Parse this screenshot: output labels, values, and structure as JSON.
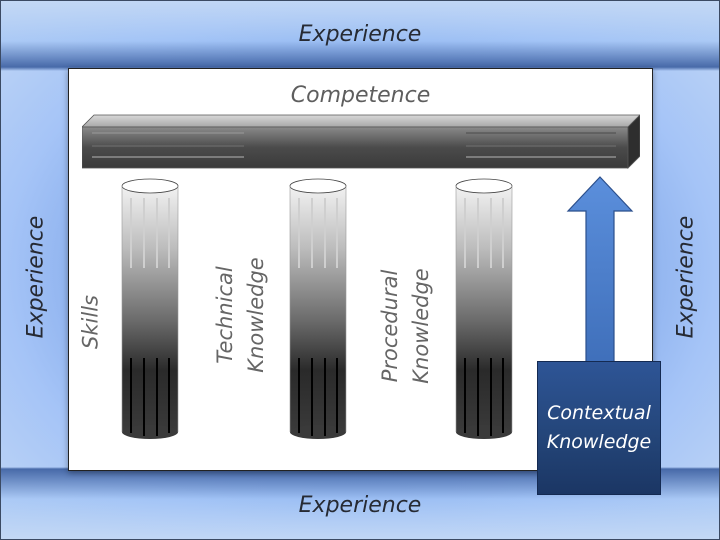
{
  "diagram": {
    "title": "Competence",
    "surround_label": "Experience",
    "experience_labels": {
      "top": "Experience",
      "bottom": "Experience",
      "left": "Experience",
      "right": "Experience"
    },
    "pillars": [
      {
        "line1": "Skills",
        "line2": ""
      },
      {
        "line1": "Technical",
        "line2": "Knowledge"
      },
      {
        "line1": "Procedural",
        "line2": "Knowledge"
      }
    ],
    "context": {
      "line1": "Contextual",
      "line2": "Knowledge"
    },
    "colors": {
      "surround": "#a5c4f7",
      "surround_dark": "#3c5fa0",
      "panel": "#ffffff",
      "beam": "#4a4a4a",
      "arrow": "#5a8ad6",
      "context_box": "#234477",
      "text_dark": "#262a33",
      "text_gray": "#666666"
    }
  }
}
